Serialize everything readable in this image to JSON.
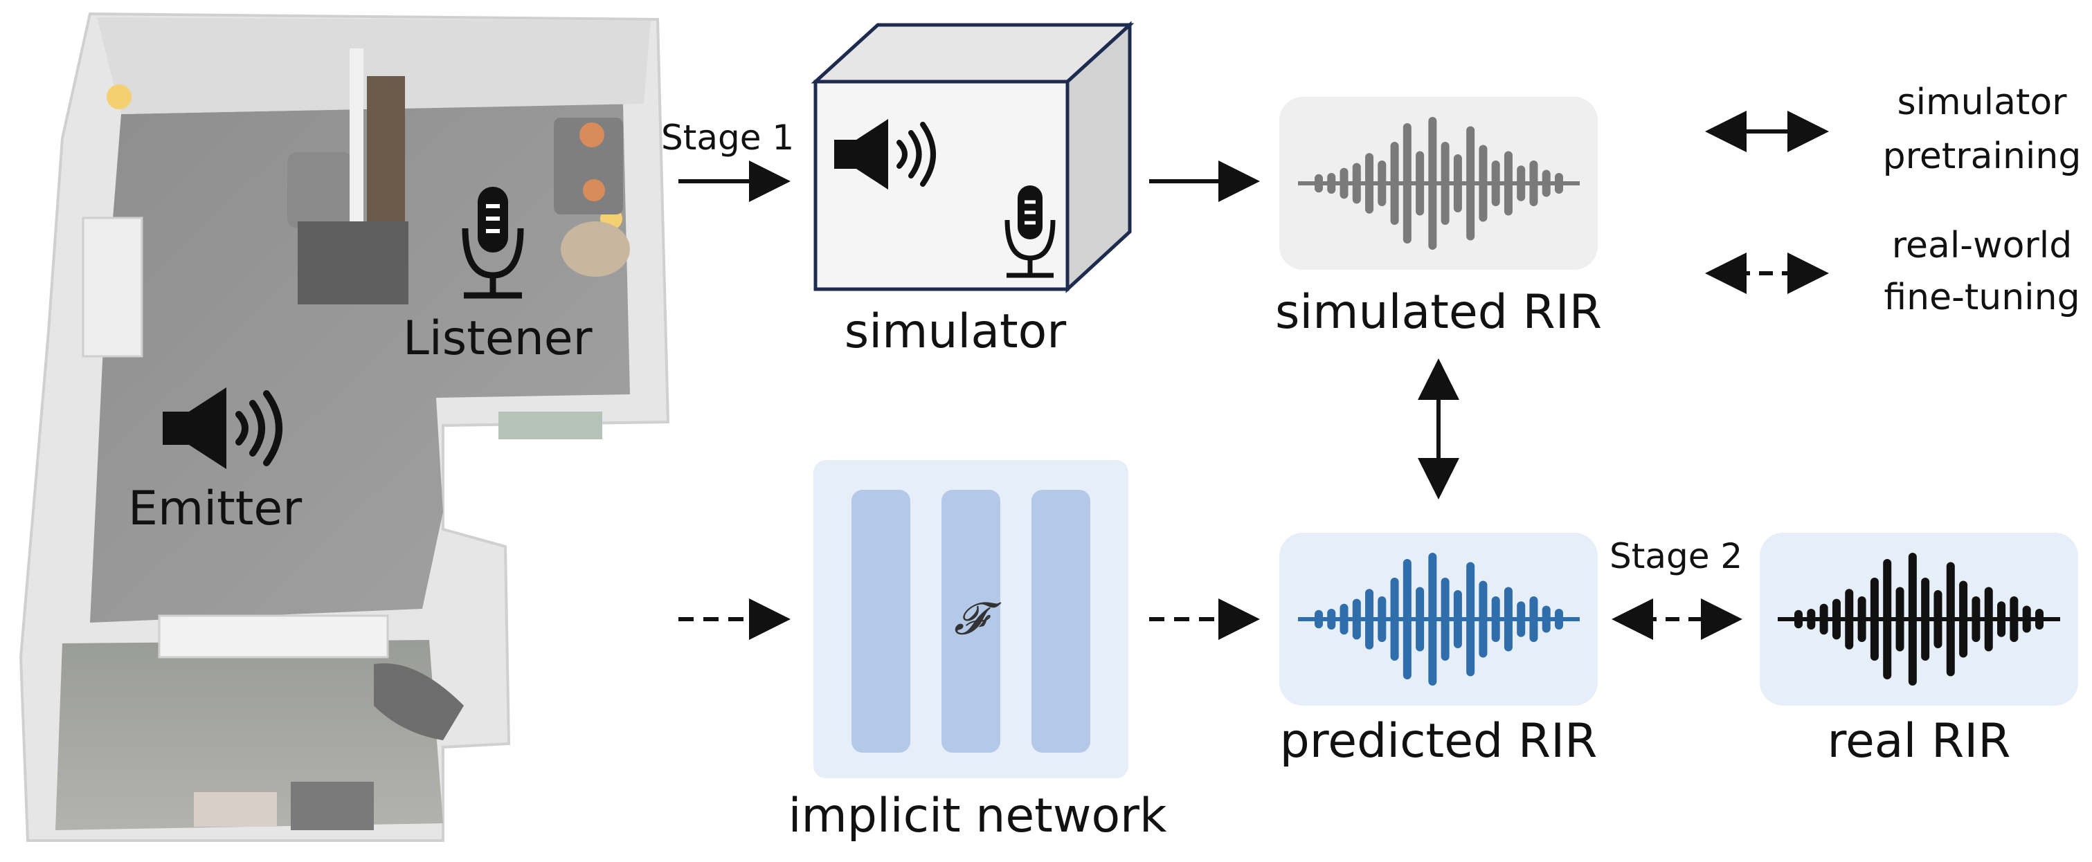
{
  "scene": {
    "listener_label": "Listener",
    "emitter_label": "Emitter",
    "listener_icon": "microphone-icon",
    "emitter_icon": "speaker-icon"
  },
  "stage1": {
    "label": "Stage 1",
    "simulator_label": "simulator",
    "speaker_icon": "speaker-icon",
    "mic_icon": "microphone-icon"
  },
  "implicit": {
    "label": "implicit network",
    "symbol": "𝓕"
  },
  "rirs": {
    "simulated_label": "simulated RIR",
    "predicted_label": "predicted RIR",
    "real_label": "real RIR"
  },
  "stage2": {
    "label": "Stage 2"
  },
  "legend": {
    "pretrain_line1": "simulator",
    "pretrain_line2": "pretraining",
    "finetune_line1": "real-world",
    "finetune_line2": "fine-tuning"
  },
  "colors": {
    "simulated_wave": "#7a7a7a",
    "predicted_wave": "#2f6eaa",
    "real_wave": "#111111",
    "simulated_box": "#efefef",
    "predicted_box": "#e6eef8",
    "network_box": "#e6eef8",
    "network_bar": "#b4c8e8"
  }
}
